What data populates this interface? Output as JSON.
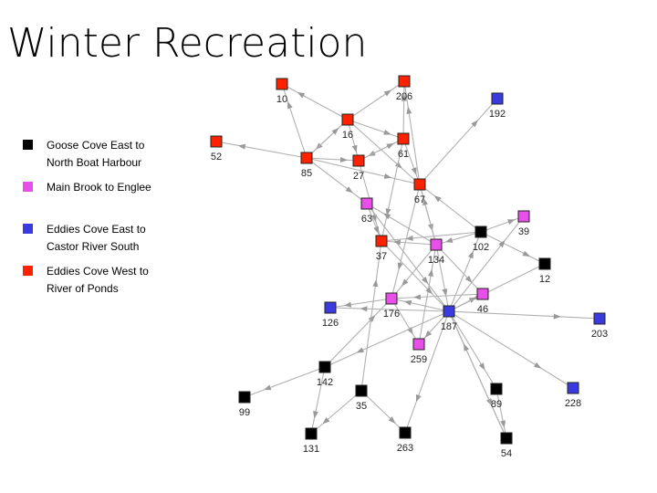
{
  "title": "Winter Recreation",
  "legend": [
    {
      "label": "Goose Cove East to North Boat Harbour",
      "color": "#000000"
    },
    {
      "label": "Main Brook to Englee",
      "color": "#e84ee8"
    },
    {
      "label": "Eddies Cove East to Castor River South",
      "color": "#3a3ae0"
    },
    {
      "label": "Eddies Cove West to River of Ponds",
      "color": "#ff2200"
    }
  ],
  "nodes": [
    {
      "id": "10",
      "group": 3
    },
    {
      "id": "206",
      "group": 3
    },
    {
      "id": "192",
      "group": 2
    },
    {
      "id": "16",
      "group": 3
    },
    {
      "id": "61",
      "group": 3
    },
    {
      "id": "52",
      "group": 3
    },
    {
      "id": "85",
      "group": 3
    },
    {
      "id": "27",
      "group": 3
    },
    {
      "id": "67",
      "group": 3
    },
    {
      "id": "63",
      "group": 1
    },
    {
      "id": "39",
      "group": 1
    },
    {
      "id": "102",
      "group": 0
    },
    {
      "id": "37",
      "group": 3
    },
    {
      "id": "134",
      "group": 1
    },
    {
      "id": "12",
      "group": 0
    },
    {
      "id": "46",
      "group": 1
    },
    {
      "id": "176",
      "group": 1
    },
    {
      "id": "126",
      "group": 2
    },
    {
      "id": "187",
      "group": 2
    },
    {
      "id": "203",
      "group": 2
    },
    {
      "id": "259",
      "group": 1
    },
    {
      "id": "142",
      "group": 0
    },
    {
      "id": "35",
      "group": 0
    },
    {
      "id": "89",
      "group": 0
    },
    {
      "id": "228",
      "group": 2
    },
    {
      "id": "99",
      "group": 0
    },
    {
      "id": "131",
      "group": 0
    },
    {
      "id": "263",
      "group": 0
    },
    {
      "id": "54",
      "group": 0
    }
  ],
  "edges": [
    [
      "85",
      "10"
    ],
    [
      "16",
      "10"
    ],
    [
      "16",
      "206"
    ],
    [
      "16",
      "85"
    ],
    [
      "85",
      "16"
    ],
    [
      "16",
      "61"
    ],
    [
      "16",
      "27"
    ],
    [
      "16",
      "67"
    ],
    [
      "85",
      "52"
    ],
    [
      "85",
      "27"
    ],
    [
      "85",
      "67"
    ],
    [
      "85",
      "63"
    ],
    [
      "61",
      "27"
    ],
    [
      "27",
      "61"
    ],
    [
      "61",
      "67"
    ],
    [
      "67",
      "206"
    ],
    [
      "61",
      "206"
    ],
    [
      "61",
      "37"
    ],
    [
      "27",
      "37"
    ],
    [
      "67",
      "192"
    ],
    [
      "67",
      "134"
    ],
    [
      "134",
      "67"
    ],
    [
      "63",
      "37"
    ],
    [
      "63",
      "187"
    ],
    [
      "134",
      "63"
    ],
    [
      "134",
      "37"
    ],
    [
      "102",
      "37"
    ],
    [
      "102",
      "134"
    ],
    [
      "102",
      "39"
    ],
    [
      "102",
      "12"
    ],
    [
      "187",
      "102"
    ],
    [
      "102",
      "67"
    ],
    [
      "134",
      "187"
    ],
    [
      "259",
      "134"
    ],
    [
      "134",
      "46"
    ],
    [
      "134",
      "176"
    ],
    [
      "176",
      "126"
    ],
    [
      "176",
      "259"
    ],
    [
      "46",
      "176"
    ],
    [
      "187",
      "176"
    ],
    [
      "187",
      "126"
    ],
    [
      "187",
      "46"
    ],
    [
      "187",
      "39"
    ],
    [
      "12",
      "187"
    ],
    [
      "187",
      "203"
    ],
    [
      "187",
      "228"
    ],
    [
      "187",
      "259"
    ],
    [
      "187",
      "89"
    ],
    [
      "187",
      "54"
    ],
    [
      "54",
      "187"
    ],
    [
      "89",
      "54"
    ],
    [
      "187",
      "263"
    ],
    [
      "187",
      "142"
    ],
    [
      "142",
      "99"
    ],
    [
      "142",
      "131"
    ],
    [
      "142",
      "176"
    ],
    [
      "35",
      "37"
    ],
    [
      "35",
      "131"
    ],
    [
      "35",
      "263"
    ],
    [
      "37",
      "187"
    ],
    [
      "67",
      "176"
    ]
  ]
}
